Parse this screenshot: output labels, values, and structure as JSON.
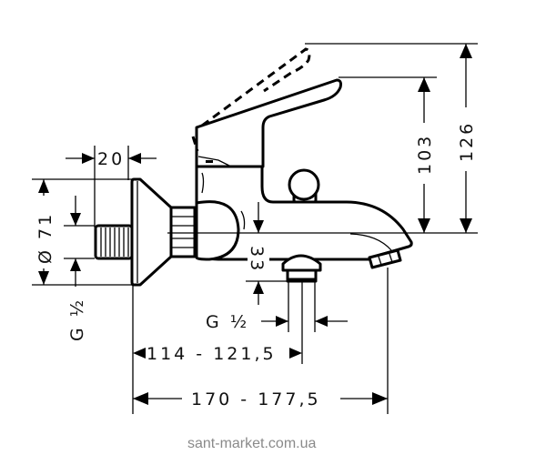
{
  "drawing": {
    "subject": "bath mixer faucet dimension drawing",
    "ink_color": "#000000",
    "background": "#ffffff",
    "dimensions": {
      "connector_depth": "20",
      "flange_diameter": "Ø 71",
      "inlet_thread": "G ½",
      "spout_clearance": "33",
      "outlet_thread": "G ½",
      "diverter_distance": "114 - 121,5",
      "overall_length": "170 - 177,5",
      "lever_height": "103",
      "lever_raised_height": "126"
    }
  },
  "watermark": {
    "text": "sant-market.com.ua",
    "color": "#8a8a8a"
  }
}
